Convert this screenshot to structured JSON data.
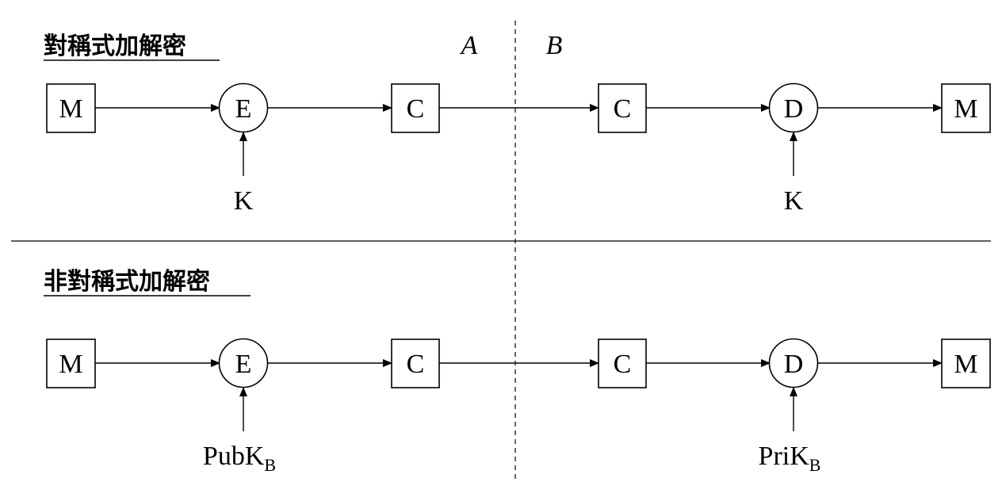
{
  "sections": {
    "symmetric": {
      "title": "對稱式加解密",
      "party_a": "A",
      "party_b": "B",
      "nodes": {
        "m_in": "M",
        "enc": "E",
        "c_a": "C",
        "c_b": "C",
        "dec": "D",
        "m_out": "M"
      },
      "keys": {
        "enc_key": "K",
        "dec_key": "K"
      }
    },
    "asymmetric": {
      "title": "非對稱式加解密",
      "nodes": {
        "m_in": "M",
        "enc": "E",
        "c_a": "C",
        "c_b": "C",
        "dec": "D",
        "m_out": "M"
      },
      "keys": {
        "enc_key_base": "PubK",
        "enc_key_sub": "B",
        "dec_key_base": "PriK",
        "dec_key_sub": "B"
      }
    }
  }
}
